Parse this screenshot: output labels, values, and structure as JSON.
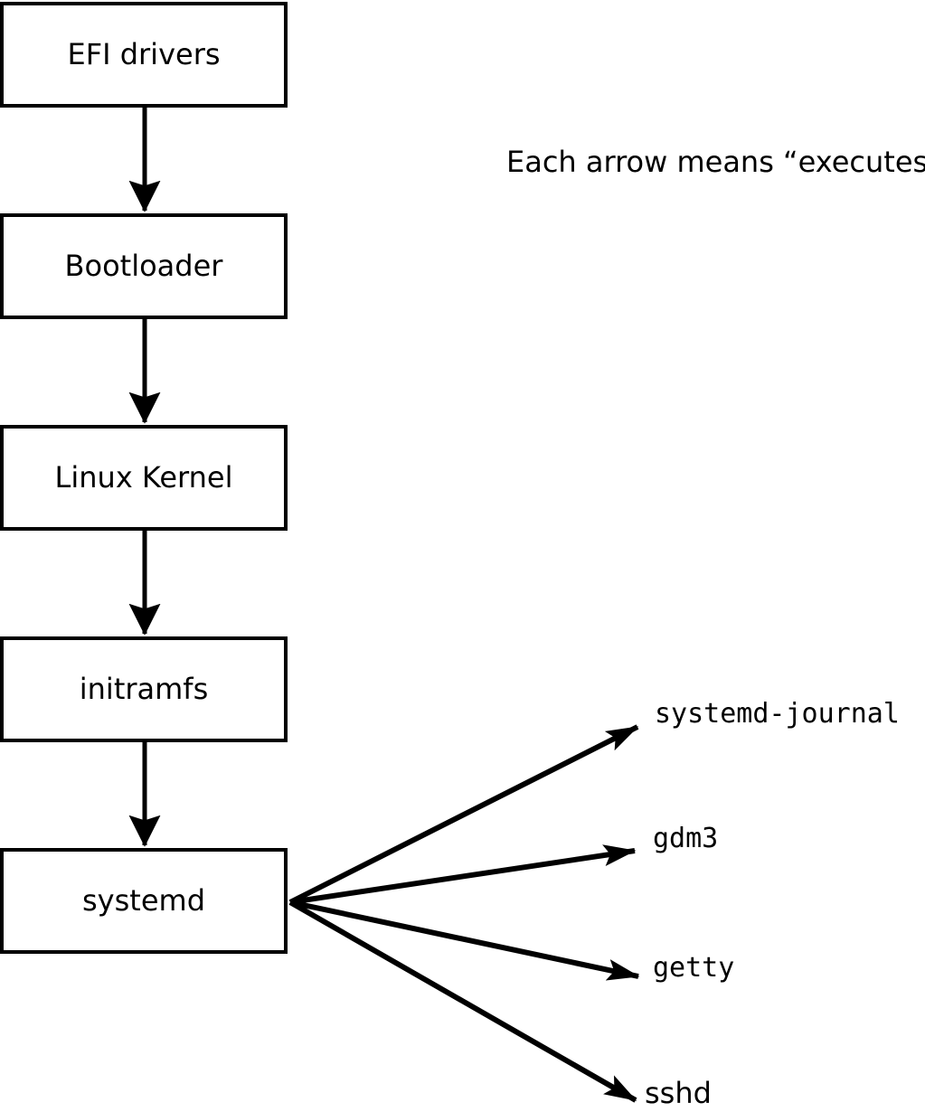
{
  "diagram": {
    "title_note": "Each arrow means “executes”.",
    "arrow_meaning": "executes",
    "flow": {
      "nodes": [
        {
          "label": "EFI drivers"
        },
        {
          "label": "Bootloader"
        },
        {
          "label": "Linux Kernel"
        },
        {
          "label": "initramfs"
        },
        {
          "label": "systemd"
        }
      ]
    },
    "fan": {
      "source": "systemd",
      "targets": [
        {
          "label": "systemd-journal"
        },
        {
          "label": "gdm3"
        },
        {
          "label": "getty"
        },
        {
          "label": "sshd"
        }
      ]
    },
    "colors": {
      "stroke": "#000000",
      "background": "#ffffff",
      "text": "#000000"
    }
  }
}
